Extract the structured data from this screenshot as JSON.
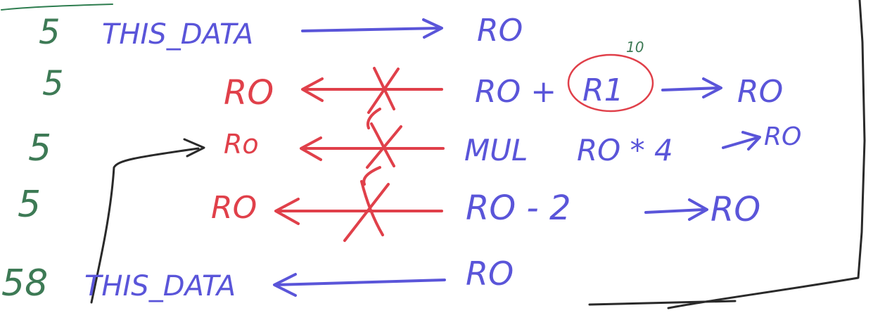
{
  "cycles": {
    "row1": "5",
    "row2": "5",
    "row3": "5",
    "row4": "5",
    "row5": "58"
  },
  "left": {
    "row1_source": "THIS_DATA",
    "row2_dest": "RO",
    "row3_dest": "Ro",
    "row4_dest": "RO",
    "row5_dest": "THIS_DATA"
  },
  "right": {
    "row1_dest": "RO",
    "row2_expr_a": "RO +",
    "row2_expr_circled": "R1",
    "row2_circle_note": "10",
    "row2_dest": "RO",
    "row3_op": "MUL",
    "row3_expr": "RO * 4",
    "row3_dest": "RO",
    "row4_expr": "RO - 2",
    "row4_dest": "RO",
    "row5_source": "RO"
  },
  "colors": {
    "green": "#3d7a55",
    "blue": "#5a55d9",
    "red": "#e0404a",
    "dark": "#2a2a2a"
  }
}
